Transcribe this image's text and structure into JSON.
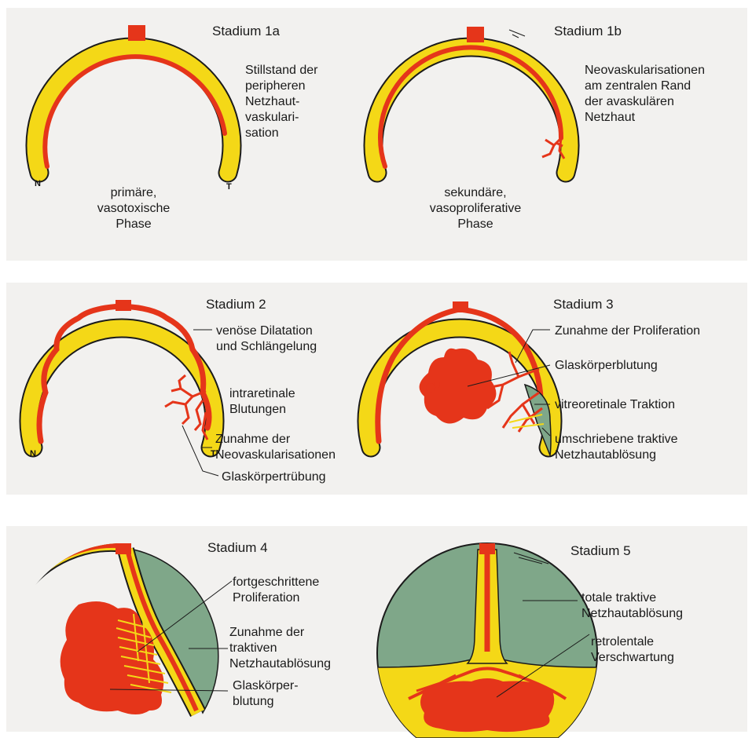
{
  "colors": {
    "retina_yellow": "#f4d817",
    "vessel_red": "#e5351a",
    "detachment_green": "#7fa789",
    "outline": "#1b1b1b",
    "background": "#f2f1ef"
  },
  "stage1a": {
    "title": "Stadium 1a",
    "desc": "Stillstand der\nperipheren\nNetzhaut-\nvaskulari-\nsation",
    "n": "N",
    "t": "T"
  },
  "stage1b": {
    "title": "Stadium 1b",
    "desc": "Neovaskularisationen\nam zentralen Rand\nder avaskulären\nNetzhaut"
  },
  "phase_primary": "primäre,\nvasotoxische\nPhase",
  "phase_secondary": "sekundäre,\nvasoproliferative\nPhase",
  "stage2": {
    "title": "Stadium 2",
    "venous": "venöse Dilatation\nund Schlängelung",
    "bleeding": "intraretinale\nBlutungen",
    "neovasc": "Zunahme der\nNeovaskularisationen",
    "opacity": "Glaskörpertrübung",
    "n": "N",
    "t": "T"
  },
  "stage3": {
    "title": "Stadium 3",
    "prolif": "Zunahme der Proliferation",
    "hemorrhage": "Glaskörperblutung",
    "traction": "vitreoretinale Traktion",
    "detach": "umschriebene traktive\nNetzhautablösung"
  },
  "stage4": {
    "title": "Stadium 4",
    "prolif": "fortgeschrittene\nProliferation",
    "detach": "Zunahme der\ntraktiven\nNetzhautablösung",
    "hemorrhage": "Glaskörper-\nblutung"
  },
  "stage5": {
    "title": "Stadium 5",
    "detach": "totale traktive\nNetzhautablösung",
    "scar": "retrolentale\nVerschwartung"
  }
}
